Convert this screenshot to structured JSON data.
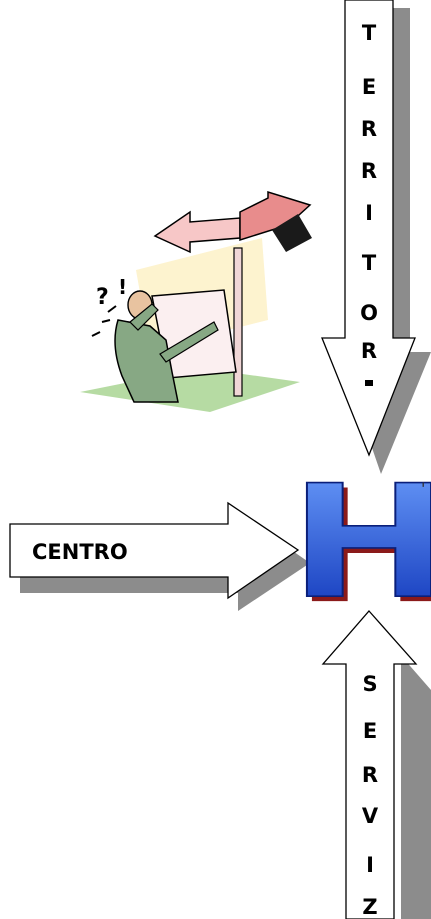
{
  "labels": {
    "top_arrow": "TERRITORIO",
    "left_arrow": "CENTRO",
    "bottom_arrow": "SERVIZI",
    "hub": "H"
  },
  "colors": {
    "arrow_fill": "#ffffff",
    "arrow_stroke": "#000000",
    "arrow_shadow": "#8c8c8c",
    "hub_blue": "#1b4fd8",
    "hub_shadow": "#8b1a1a"
  },
  "clipart": {
    "icon": "confused-person-signpost-icon"
  }
}
